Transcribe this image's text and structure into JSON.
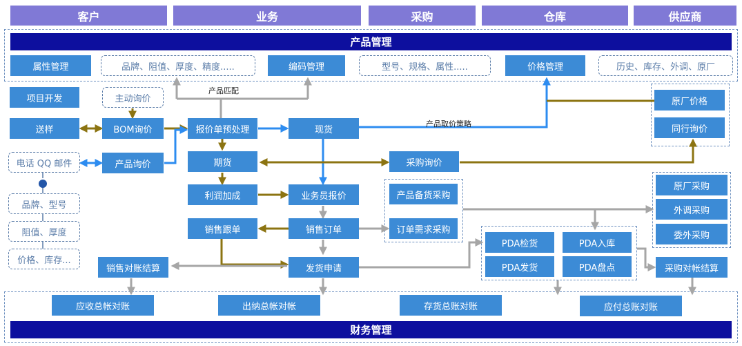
{
  "headers": [
    "客户",
    "业务",
    "采购",
    "仓库",
    "供应商"
  ],
  "product_management": {
    "title": "产品管理",
    "attribute_mgmt": "属性管理",
    "attribute_examples": "品牌、阻值、厚度、精度.....",
    "code_mgmt": "编码管理",
    "code_examples": "型号、规格、属性.....",
    "price_mgmt": "价格管理",
    "price_examples": "历史、库存、外调、原厂"
  },
  "labels": {
    "product_match": "产品匹配",
    "product_pricing_strategy": "产品取价策略"
  },
  "customer": {
    "project_dev": "项目开发",
    "active_inquiry": "主动询价",
    "sample": "送样",
    "contact": "电话 QQ 邮件",
    "brand_model": "品牌、型号",
    "resistance_thickness": "阻值、厚度",
    "price_stock": "价格、库存..."
  },
  "business": {
    "bom_inquiry": "BOM询价",
    "product_inquiry": "产品询价",
    "quote_preprocess": "报价单预处理",
    "spot": "现货",
    "futures": "期货",
    "profit_markup": "利润加成",
    "sales_quote": "业务员报价",
    "sales_followup": "销售跟单",
    "sales_order": "销售订单",
    "sales_reconcile": "销售对账结算",
    "delivery_request": "发货申请"
  },
  "purchase": {
    "purchase_inquiry": "采购询价",
    "stock_purchase": "产品备货采购",
    "order_purchase": "订单需求采购",
    "purchase_reconcile": "采购对帐结算"
  },
  "warehouse": {
    "pda_inspect": "PDA检货",
    "pda_inbound": "PDA入库",
    "pda_ship": "PDA发货",
    "pda_count": "PDA盘点"
  },
  "supplier": {
    "factory_price": "原厂价格",
    "peer_inquiry": "同行询价",
    "factory_purchase": "原厂采购",
    "external_purchase": "外调采购",
    "outsourced_purchase": "委外采购"
  },
  "finance": {
    "title": "财务管理",
    "receivable": "应收总帐对账",
    "cashier": "出纳总帐对帐",
    "inventory": "存货总账对账",
    "payable": "应付总账对账"
  },
  "colors": {
    "header": "#8079d6",
    "bar": "#0d0f9e",
    "box": "#3c8bd6",
    "arrow_olive": "#8c7412",
    "arrow_blue": "#2d8cf0",
    "arrow_gray": "#a6a6a6"
  }
}
